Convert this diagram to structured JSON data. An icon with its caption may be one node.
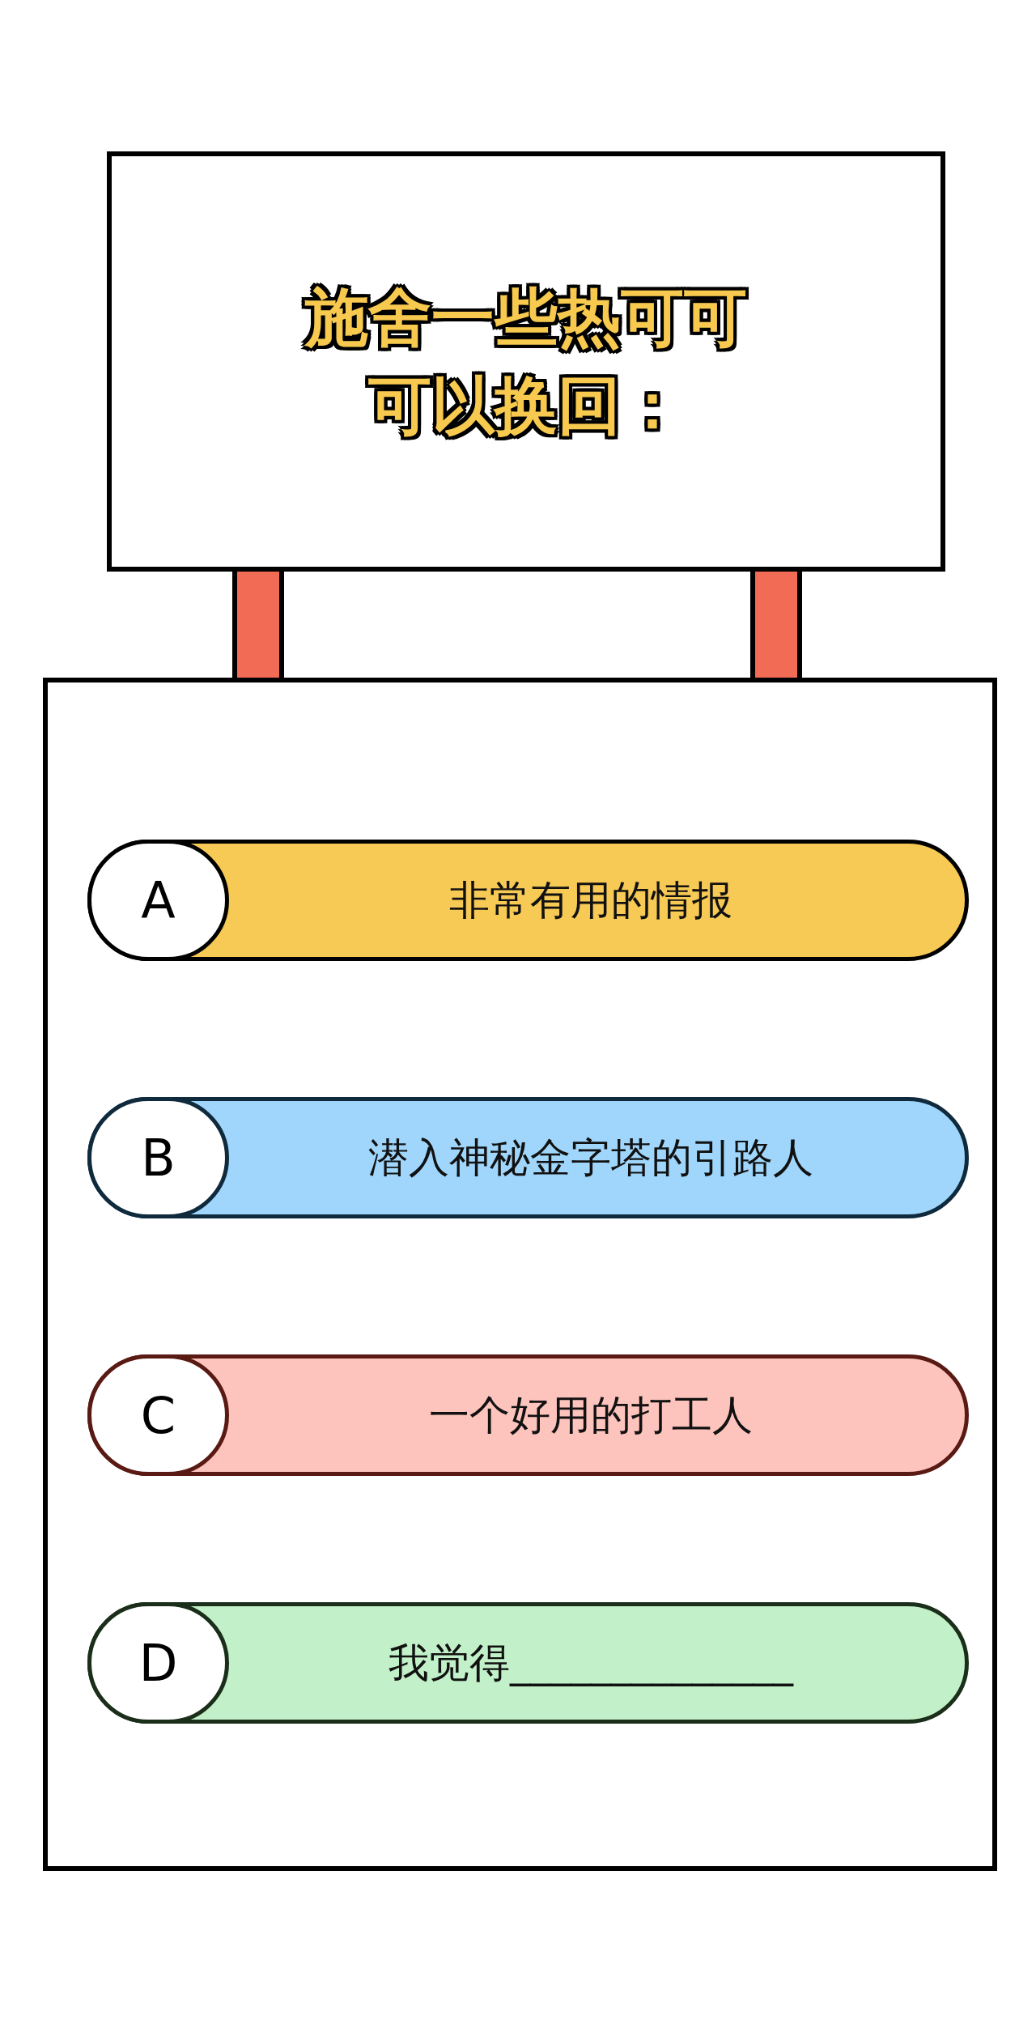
{
  "diagram": {
    "nodes": [
      {
        "text": [
          "施舍一些热可可可以换回："
        ]
      },
      {
        "text": [],
        "shape": "bar"
      },
      {
        "text": [],
        "shape": "bar"
      },
      {
        "text": [],
        "shape": "box"
      },
      {
        "text": [
          "A",
          "非常有用的情报"
        ],
        "in": 3
      },
      {
        "text": [
          "B",
          "潜入神秘金字塔的引路人"
        ],
        "in": 3
      },
      {
        "text": [
          "C",
          "一个好用的打工人"
        ],
        "in": 3
      },
      {
        "text": [
          "D",
          "我觉得______________"
        ],
        "in": 3
      }
    ],
    "edges": []
  }
}
